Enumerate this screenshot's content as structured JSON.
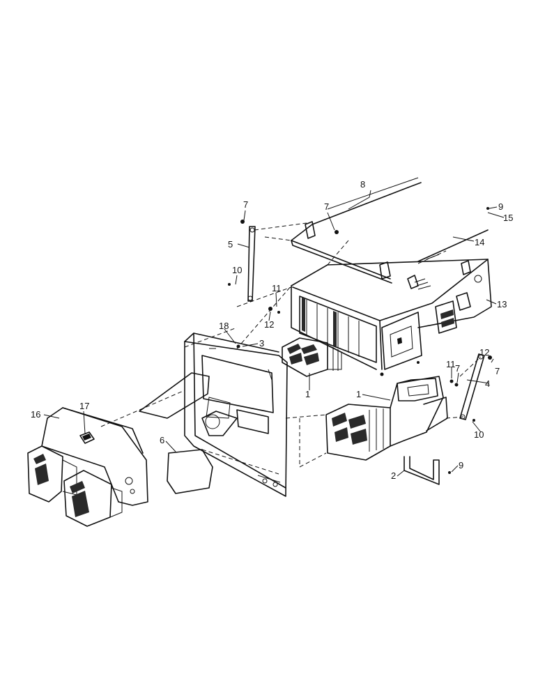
{
  "callouts": {
    "c1a": "1",
    "c1b": "1",
    "c2": "2",
    "c3": "3",
    "c4": "4",
    "c5": "5",
    "c6": "6",
    "c7a": "7",
    "c7b": "7",
    "c7c": "7",
    "c8": "8",
    "c9a": "9",
    "c9b": "9",
    "c10a": "10",
    "c10b": "10",
    "c11a": "11",
    "c11b": "11",
    "c12a": "12",
    "c12b": "12",
    "c13": "13",
    "c14": "14",
    "c15": "15",
    "c16": "16",
    "c17": "17",
    "c18": "18"
  }
}
